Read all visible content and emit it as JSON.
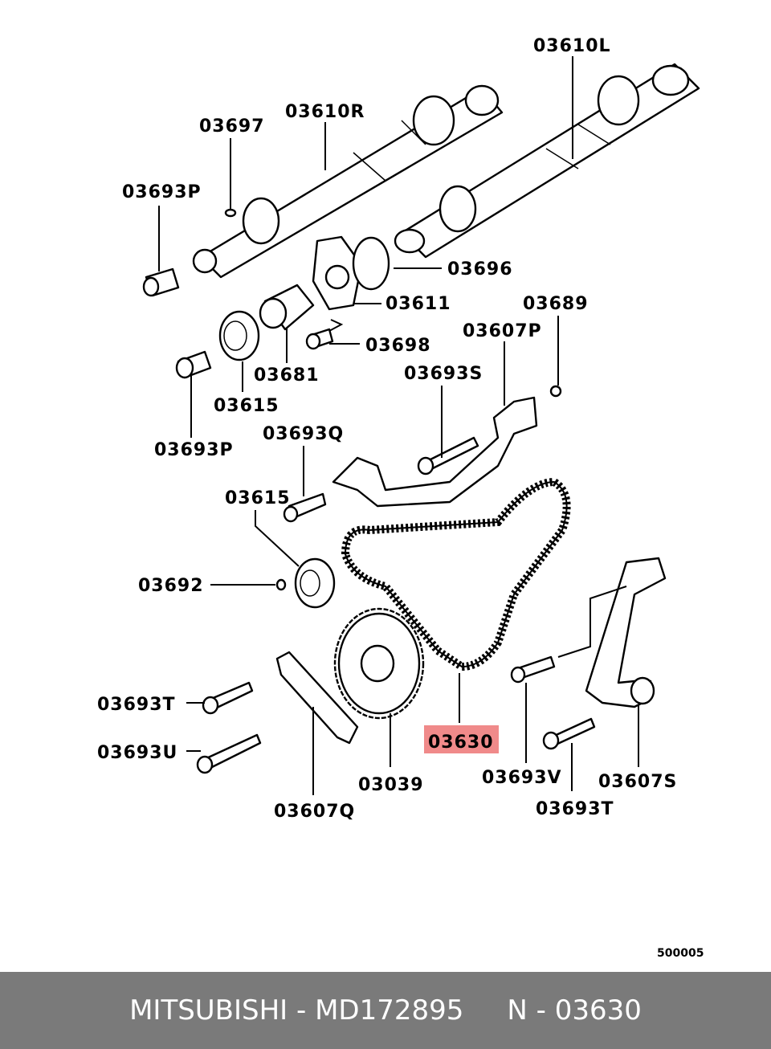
{
  "diagram": {
    "labels": {
      "p03610L": "03610L",
      "p03610R": "03610R",
      "p03697": "03697",
      "p03693P_top": "03693P",
      "p03696": "03696",
      "p03611": "03611",
      "p03689": "03689",
      "p03607P": "03607P",
      "p03698": "03698",
      "p03681": "03681",
      "p03615_top": "03615",
      "p03693S": "03693S",
      "p03693P_bottom": "03693P",
      "p03693Q": "03693Q",
      "p03615_mid": "03615",
      "p03692": "03692",
      "p03693T_left": "03693T",
      "p03693U": "03693U",
      "p03630": "03630",
      "p03039": "03039",
      "p03607Q": "03607Q",
      "p03693V": "03693V",
      "p03607S": "03607S",
      "p03693T_right": "03693T"
    },
    "highlighted": "03630",
    "highlight_color": "#f08a8a",
    "catalog_code": "500005"
  },
  "footer": {
    "text": "MITSUBISHI - MD172895     N - 03630",
    "background": "#7a7a7a"
  }
}
